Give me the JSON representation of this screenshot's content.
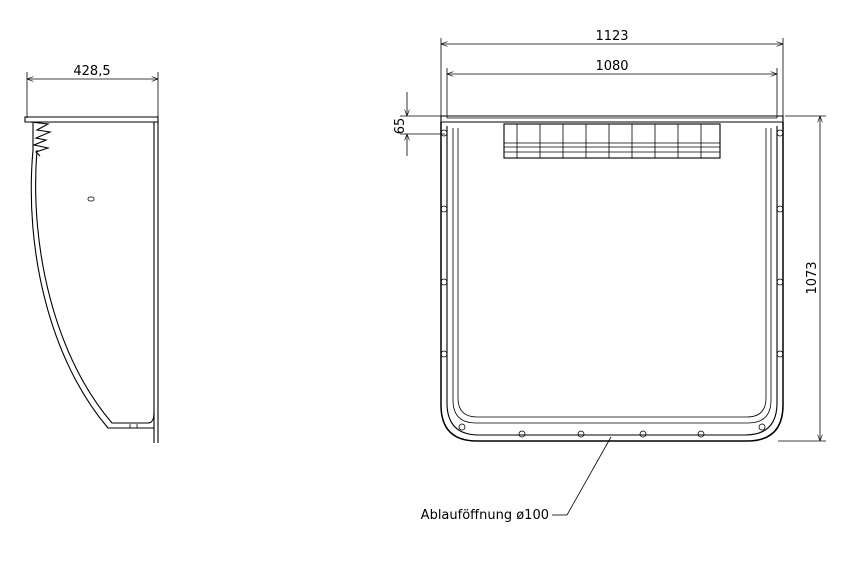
{
  "side_view": {
    "width_label": "428,5"
  },
  "front_view": {
    "outer_width_label": "1123",
    "inner_width_label": "1080",
    "rim_height_label": "65",
    "height_label": "1073",
    "drain_label": "Ablauföffnung ø100"
  }
}
